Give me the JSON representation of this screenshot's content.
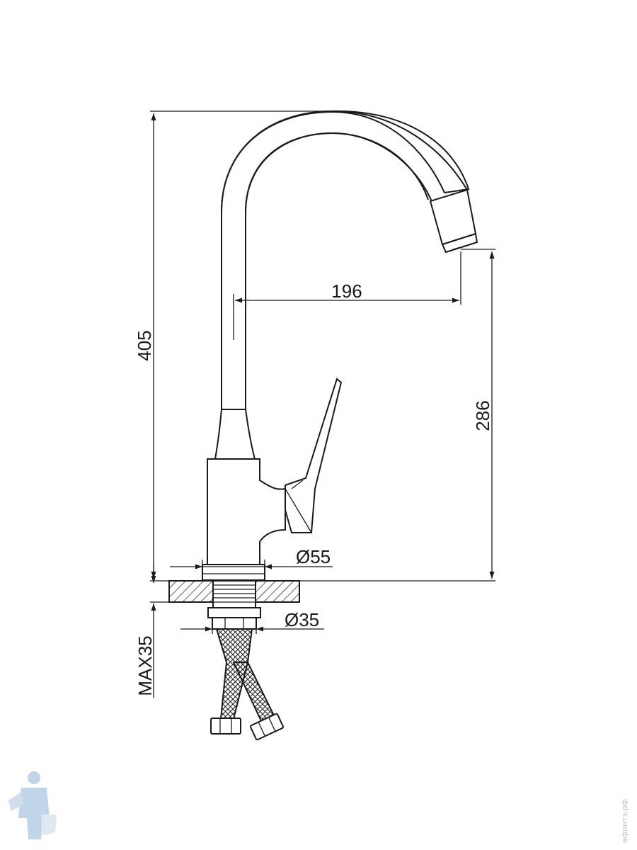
{
  "dimensions": {
    "total_height": "405",
    "spout_reach": "196",
    "spout_height": "286",
    "base_diameter": "Ø55",
    "shank_diameter": "Ø35",
    "max_thickness": "MAX35"
  },
  "watermark": {
    "site": "афонтз.рф"
  },
  "colors": {
    "line": "#1a1a1a",
    "background": "#ffffff",
    "watermark": "#b9c4cf"
  }
}
